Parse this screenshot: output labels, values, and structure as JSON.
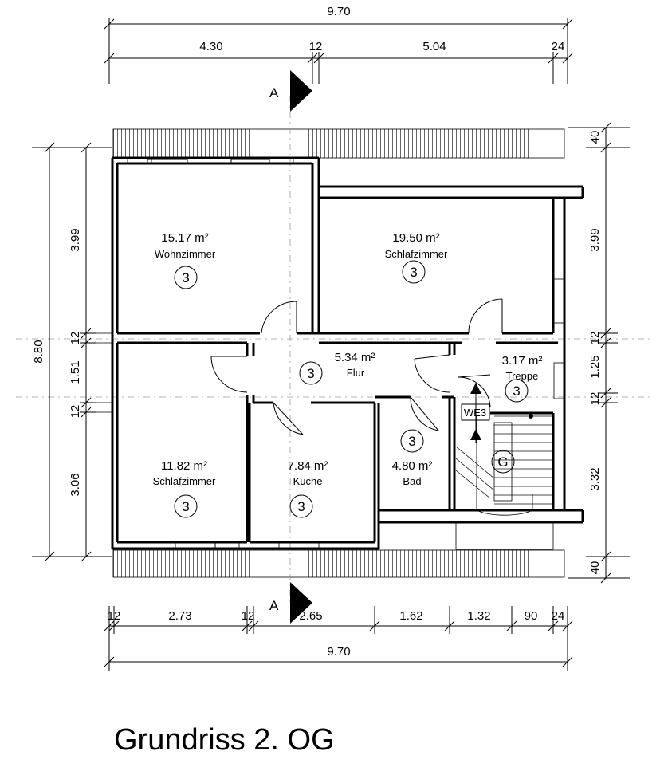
{
  "title": "Grundriss 2. OG",
  "section_marker": "A",
  "dimensions": {
    "top_total": "9.70",
    "top_segments": [
      "4.30",
      "12",
      "5.04",
      "24"
    ],
    "bottom_segments": [
      "12",
      "2.73",
      "12",
      "2.65",
      "1.62",
      "1.32",
      "90",
      "24"
    ],
    "bottom_total": "9.70",
    "left_total": "8.80",
    "left_segments": [
      "3.99",
      "12",
      "1.51",
      "12",
      "3.06"
    ],
    "right_segments": [
      "40",
      "3.99",
      "12",
      "1.25",
      "12",
      "3.32",
      "40"
    ]
  },
  "rooms": [
    {
      "area": "15.17 m²",
      "name": "Wohnzimmer",
      "unit": "3"
    },
    {
      "area": "19.50 m²",
      "name": "Schlafzimmer",
      "unit": "3"
    },
    {
      "area": "5.34 m²",
      "name": "Flur",
      "unit": "3"
    },
    {
      "area": "3.17 m²",
      "name": "Treppe",
      "unit": "3"
    },
    {
      "area": "11.82 m²",
      "name": "Schlafzimmer",
      "unit": "3"
    },
    {
      "area": "7.84 m²",
      "name": "Küche",
      "unit": "3"
    },
    {
      "area": "4.80 m²",
      "name": "Bad",
      "unit": "3"
    }
  ],
  "stair_label": "WE3",
  "stair_marker": "G"
}
